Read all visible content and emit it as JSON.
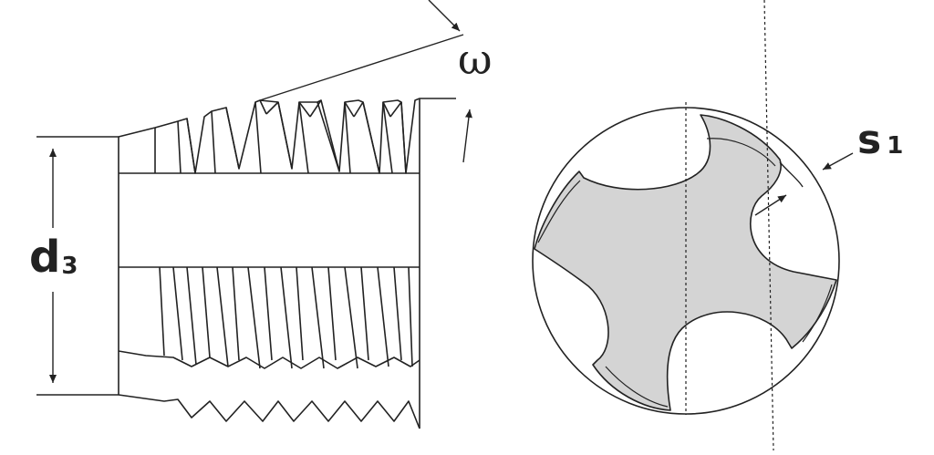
{
  "labels": {
    "diameter_main": "d",
    "diameter_sub": "3",
    "angle": "ω",
    "spacing_main": "s",
    "spacing_sub": "1"
  },
  "colors": {
    "line": "#222222",
    "fill": "#d4d4d4"
  }
}
